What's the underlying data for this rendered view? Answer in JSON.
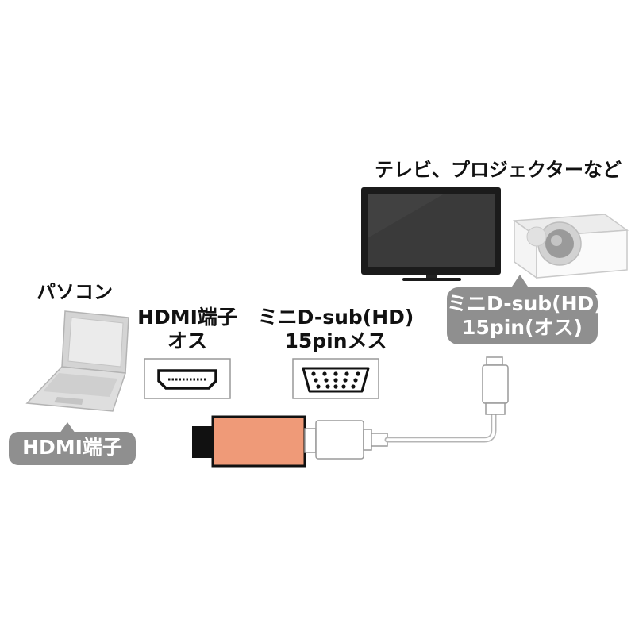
{
  "labels": {
    "pc": "パソコン",
    "tv_projector": "テレビ、プロジェクターなど",
    "hdmi_male_line1": "HDMI端子",
    "hdmi_male_line2": "オス",
    "vga_female_line1": "ミニD-sub(HD)",
    "vga_female_line2": "15pinメス"
  },
  "badges": {
    "pc_port": "HDMI端子",
    "display_port_line1": "ミニD-sub(HD)",
    "display_port_line2": "15pin(オス)"
  },
  "colors": {
    "adapter_body": "#ef9a78",
    "badge_fill": "#8f8f8f",
    "device_gray": "#c9c9c9"
  }
}
